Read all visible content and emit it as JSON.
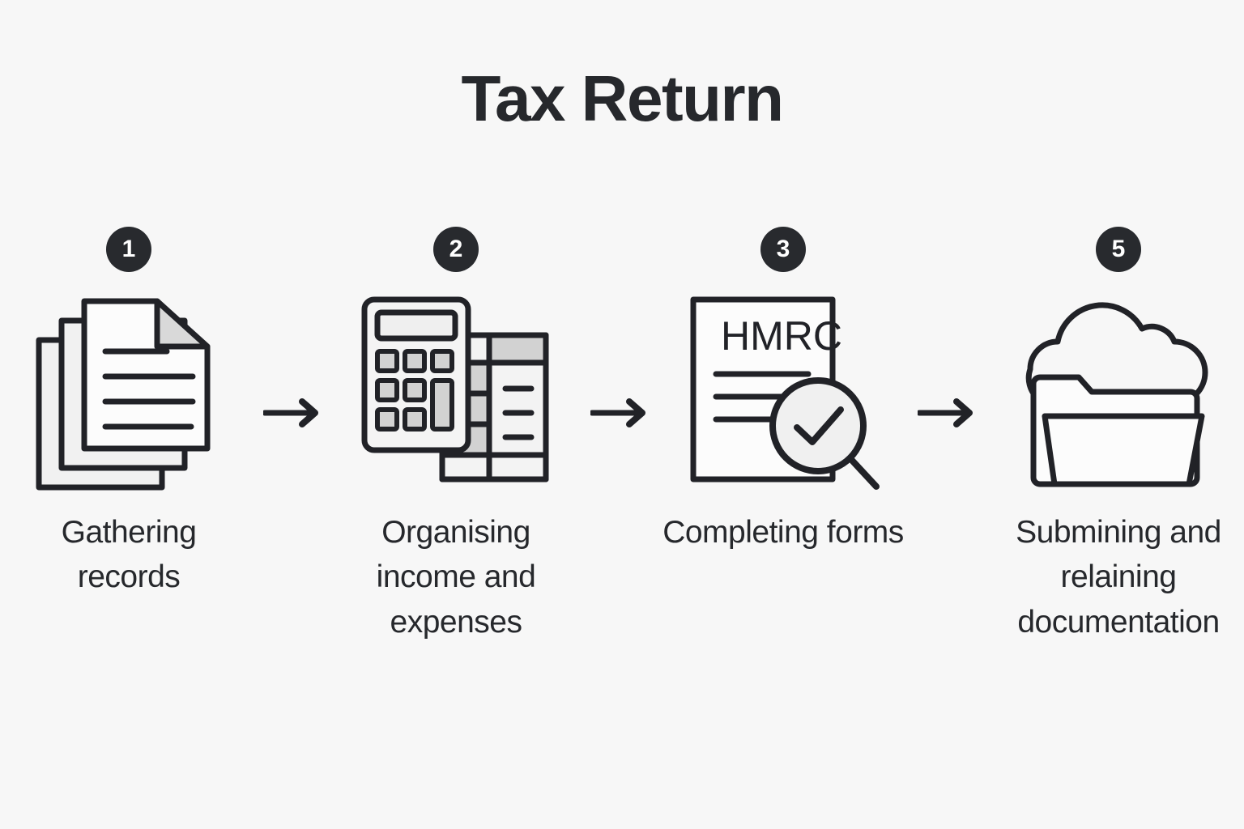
{
  "page": {
    "title": "Tax Return",
    "background_color": "#f7f7f7",
    "ink_color": "#26282c",
    "badge_fill": "#282a2e",
    "badge_text_color": "#ffffff",
    "paper_fill": "#f2f2f2",
    "accent_gray": "#d4d4d4"
  },
  "steps": [
    {
      "number": "1",
      "caption": "Gathering records",
      "icon": "stacked-documents-icon"
    },
    {
      "number": "2",
      "caption": "Organising income and expenses",
      "icon": "calculator-spreadsheet-icon"
    },
    {
      "number": "3",
      "caption": "Completing forms",
      "icon": "hmrc-form-magnifier-check-icon",
      "icon_label": "HMRC"
    },
    {
      "number": "5",
      "caption": "Submining and relaining documentation",
      "icon": "cloud-folder-icon"
    }
  ],
  "connectors": [
    {
      "name": "arrow-1-to-2",
      "glyph": "arrow-right-icon"
    },
    {
      "name": "arrow-2-to-3",
      "glyph": "arrow-right-icon"
    },
    {
      "name": "arrow-3-to-5",
      "glyph": "arrow-right-icon"
    }
  ]
}
